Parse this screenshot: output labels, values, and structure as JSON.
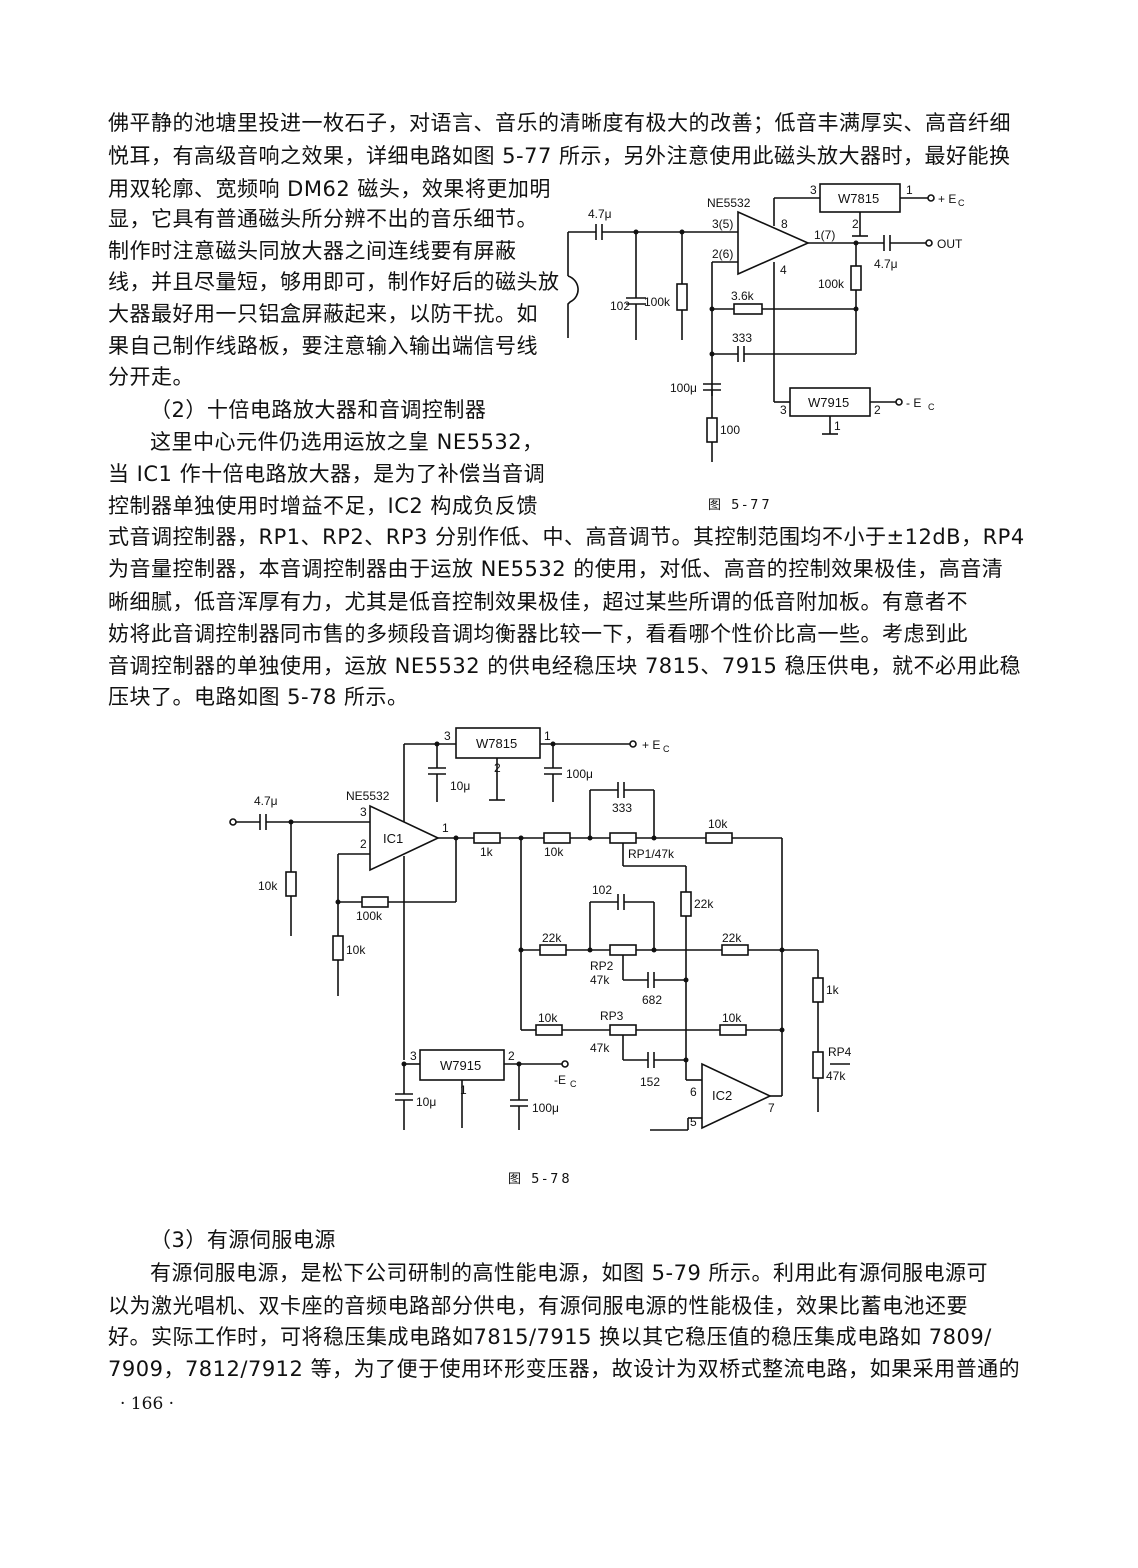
{
  "paragraph1": {
    "lines": [
      "佛平静的池塘里投进一枚石子，对语言、音乐的清晰度有极大的改善；低音丰满厚实、高音纤细",
      "悦耳，有高级音响之效果，详细电路如图 5-77 所示，另外注意使用此磁头放大器时，最好能换",
      "用双轮廓、宽频响 DM62 磁头，效果将更加明",
      "显，它具有普通磁头所分辨不出的音乐细节。",
      "制作时注意磁头同放大器之间连线要有屏蔽",
      "线，并且尽量短，够用即可，制作好后的磁头放",
      "大器最好用一只铝盒屏蔽起来，以防干扰。如",
      "果自己制作线路板，要注意输入输出端信号线",
      "分开走。"
    ]
  },
  "section2": {
    "heading": "（2）十倍电路放大器和音调控制器",
    "lines": [
      "这里中心元件仍选用运放之皇 NE5532，",
      "当 IC1 作十倍电路放大器，是为了补偿当音调",
      "控制器单独使用时增益不足，IC2 构成负反馈",
      "式音调控制器，RP1、RP2、RP3 分别作低、中、高音调节。其控制范围均不小于±12dB，RP4",
      "为音量控制器，本音调控制器由于运放 NE5532 的使用，对低、高音的控制效果极佳，高音清",
      "晰细腻，低音浑厚有力，尤其是低音控制效果极佳，超过某些所谓的低音附加板。有意者不",
      "妨将此音调控制器同市售的多频段音调均衡器比较一下，看看哪个性价比高一些。考虑到此",
      "音调控制器的单独使用，运放 NE5532 的供电经稳压块 7815、7915 稳压供电，就不必用此稳",
      "压块了。电路如图 5-78 所示。"
    ]
  },
  "section3": {
    "heading": "（3）有源伺服电源",
    "lines": [
      "有源伺服电源，是松下公司研制的高性能电源，如图 5-79 所示。利用此有源伺服电源可",
      "以为激光唱机、双卡座的音频电路部分供电，有源伺服电源的性能极佳，效果比蓄电池还要",
      "好。实际工作时，可将稳压集成电路如7815/7915 换以其它稳压值的稳压集成电路如 7809/",
      "7909，7812/7912 等，为了便于使用环形变压器，故设计为双桥式整流电路，如果采用普通的"
    ]
  },
  "page_number": "· 166 ·",
  "fig577": {
    "caption": "图  5-77",
    "labels": {
      "cin": "4.7μ",
      "ic": "NE5532",
      "pin3": "3(5)",
      "pin2": "2(6)",
      "pin8": "8",
      "pin4": "4",
      "pin1": "1(7)",
      "reg_pos": "W7815",
      "reg_neg": "W7915",
      "r3": "3",
      "r1": "1",
      "r2": "2",
      "n3": "3",
      "n2": "2",
      "n1": "1",
      "vplus": "+ E",
      "vminus": "- E",
      "sub_c": "C",
      "sub_c2": "C",
      "out": "OUT",
      "cout": "4.7μ",
      "c102": "102",
      "r100k_in": "100k",
      "r100k_fb": "100k",
      "r36k": "3.6k",
      "c333": "333",
      "c100u": "100μ",
      "r100": "100"
    }
  },
  "fig578": {
    "caption": "图  5-78",
    "labels": {
      "cin": "4.7μ",
      "ic": "NE5532",
      "ic1": "IC1",
      "ic2": "IC2",
      "p3": "3",
      "p2": "2",
      "p1": "1",
      "reg_pos": "W7815",
      "reg_neg": "W7915",
      "rp_in3": "3",
      "rp_out1": "1",
      "rp_gnd2": "2",
      "rn_in3": "3",
      "rn_out2": "2",
      "rn_gnd1": "1",
      "vplus": "+ E",
      "vminus": "-E",
      "sub_c": "C",
      "sub_c2": "C",
      "c10u_a": "10μ",
      "c100u_a": "100μ",
      "c10u_b": "10μ",
      "c100u_b": "100μ",
      "r10k_in": "10k",
      "r100k": "100k",
      "r10k_gnd": "10k",
      "r1k": "1k",
      "r10k_a": "10k",
      "c333": "333",
      "rp1": "RP1/47k",
      "r10k_top": "10k",
      "c102": "102",
      "r22k_v": "22k",
      "r22k_l": "22k",
      "r22k_r": "22k",
      "rp2": "RP2",
      "rp2v": "47k",
      "c682": "682",
      "r10k_l": "10k",
      "rp3": "RP3",
      "rp3v": "47k",
      "r10k_r": "10k",
      "c152": "152",
      "r1k_out": "1k",
      "rp4": "RP4",
      "rp4v": "47k",
      "p6": "6",
      "p5": "5",
      "p7": "7"
    }
  }
}
